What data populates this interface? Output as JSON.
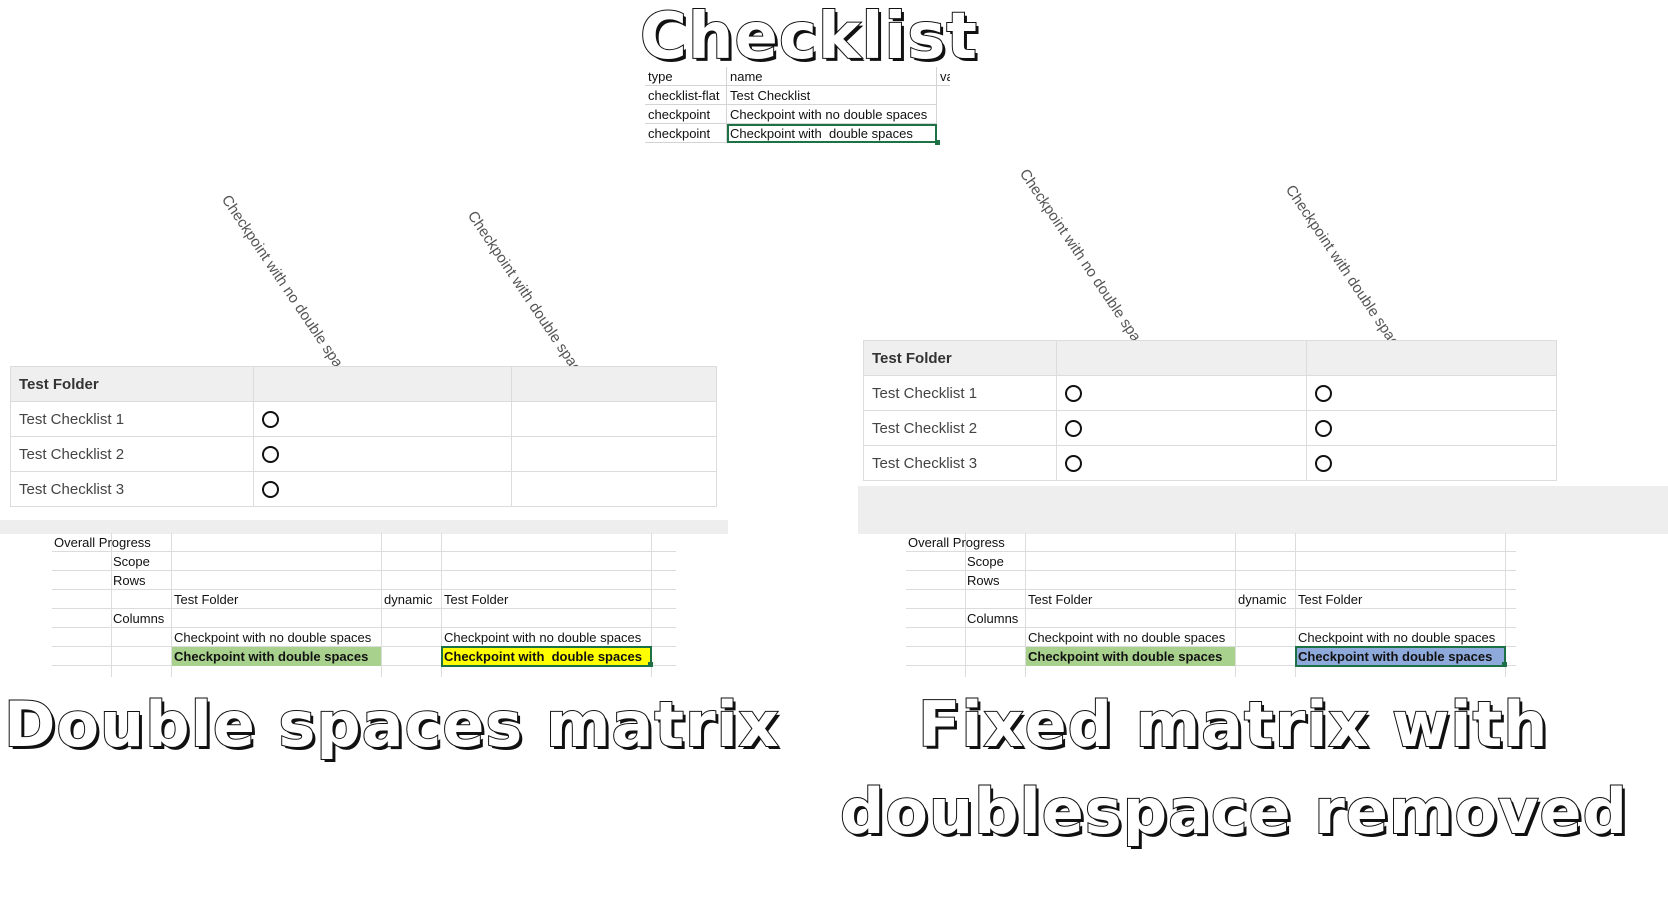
{
  "titles": {
    "top": "Checklist",
    "left": "Double spaces matrix",
    "right_line1": "Fixed matrix with",
    "right_line2": "doublespace removed"
  },
  "checklist_sheet": {
    "headers": [
      "type",
      "name",
      "va"
    ],
    "rows": [
      {
        "type": "checklist-flat",
        "name": "Test Checklist"
      },
      {
        "type": "checkpoint",
        "name": "Checkpoint with no double spaces"
      },
      {
        "type": "checkpoint",
        "name": "Checkpoint with  double spaces"
      }
    ]
  },
  "left_matrix": {
    "columns": [
      "Checkpoint with no double spaces",
      "Checkpoint with double spaces"
    ],
    "folder": "Test Folder",
    "rows": [
      "Test Checklist 1",
      "Test Checklist 2",
      "Test Checklist 3"
    ]
  },
  "right_matrix": {
    "columns": [
      "Checkpoint with no double spaces",
      "Checkpoint with double spaces"
    ],
    "folder": "Test Folder",
    "rows": [
      "Test Checklist 1",
      "Test Checklist 2",
      "Test Checklist 3"
    ]
  },
  "left_config": {
    "overall": "Overall Progress",
    "scope": "Scope",
    "rows_label": "Rows",
    "folder_a": "Test Folder",
    "dynamic": "dynamic",
    "folder_b": "Test Folder",
    "columns_label": "Columns",
    "cp_a1": "Checkpoint with no double spaces",
    "cp_b1": "Checkpoint with no double spaces",
    "cp_a2": "Checkpoint with double spaces",
    "cp_b2": "Checkpoint with  double spaces",
    "highlight_a": "#a9d18e",
    "highlight_b": "#ffff00"
  },
  "right_config": {
    "overall": "Overall Progress",
    "scope": "Scope",
    "rows_label": "Rows",
    "folder_a": "Test Folder",
    "dynamic": "dynamic",
    "folder_b": "Test Folder",
    "columns_label": "Columns",
    "cp_a1": "Checkpoint with no double spaces",
    "cp_b1": "Checkpoint with no double spaces",
    "cp_a2": "Checkpoint with double spaces",
    "cp_b2": "Checkpoint with double spaces",
    "highlight_a": "#a9d18e",
    "highlight_b": "#8ea9db"
  }
}
